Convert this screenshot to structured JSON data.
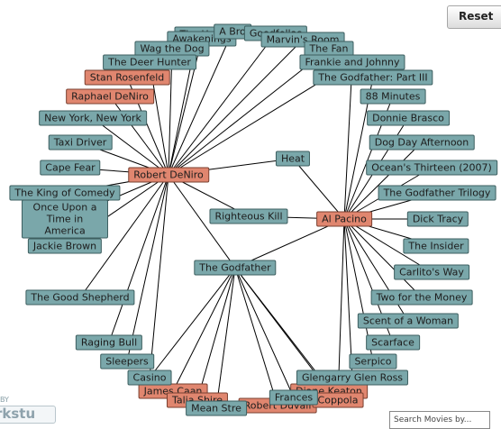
{
  "toolbar": {
    "reset_label": "Reset"
  },
  "footer": {
    "powered_by": "BY",
    "logo_text": "rkstu",
    "search_value": "Search Movies by..."
  },
  "colors": {
    "movie_fill": "#7aa7aa",
    "person_fill": "#e0866f",
    "edge": "#000000"
  },
  "nodes": {
    "robert_deniro": "Robert DeNiro",
    "al_pacino": "Al Pacino",
    "stan_rosenfeld": "Stan Rosenfeld",
    "raphael_deniro": "Raphael DeNiro",
    "james_caan": "James Caan",
    "talia_shire": "Talia Shire",
    "robert_duvall": "Robert Duvall",
    "diane_keaton": "Diane Keaton",
    "coppola": "Coppola",
    "the_untouchables": "The Un",
    "awakenings": "Awakenings",
    "a_bronx_tale": "A Bro",
    "goodfellas": "Goodfellas",
    "marvins_room": "Marvin's Room",
    "wag_the_dog": "Wag the Dog",
    "the_fan": "The Fan",
    "the_deer_hunter": "The Deer Hunter",
    "frankie_and_johnny": "Frankie and Johnny",
    "the_godfather_part_iii": "The Godfather: Part III",
    "eighty_eight_minutes": "88 Minutes",
    "new_york_new_york": "New York, New York",
    "donnie_brasco": "Donnie Brasco",
    "taxi_driver": "Taxi Driver",
    "dog_day_afternoon": "Dog Day Afternoon",
    "heat": "Heat",
    "cape_fear": "Cape Fear",
    "oceans_thirteen": "Ocean's Thirteen (2007)",
    "the_king_of_comedy": "The King of Comedy",
    "the_godfather_trilogy": "The Godfather Trilogy",
    "once_upon_a_time": "Once Upon a Time in America",
    "righteous_kill": "Righteous Kill",
    "dick_tracy": "Dick Tracy",
    "jackie_brown": "Jackie Brown",
    "the_insider": "The Insider",
    "the_godfather": "The Godfather",
    "carlitos_way": "Carlito's Way",
    "the_good_shepherd": "The Good Shepherd",
    "two_for_the_money": "Two for the Money",
    "scent_of_a_woman": "Scent of a Woman",
    "raging_bull": "Raging Bull",
    "scarface": "Scarface",
    "sleepers": "Sleepers",
    "serpico": "Serpico",
    "casino": "Casino",
    "glengarry_glen_ross": "Glengarry Glen Ross",
    "mean_streets": "Mean Stre",
    "frances": "Frances"
  }
}
